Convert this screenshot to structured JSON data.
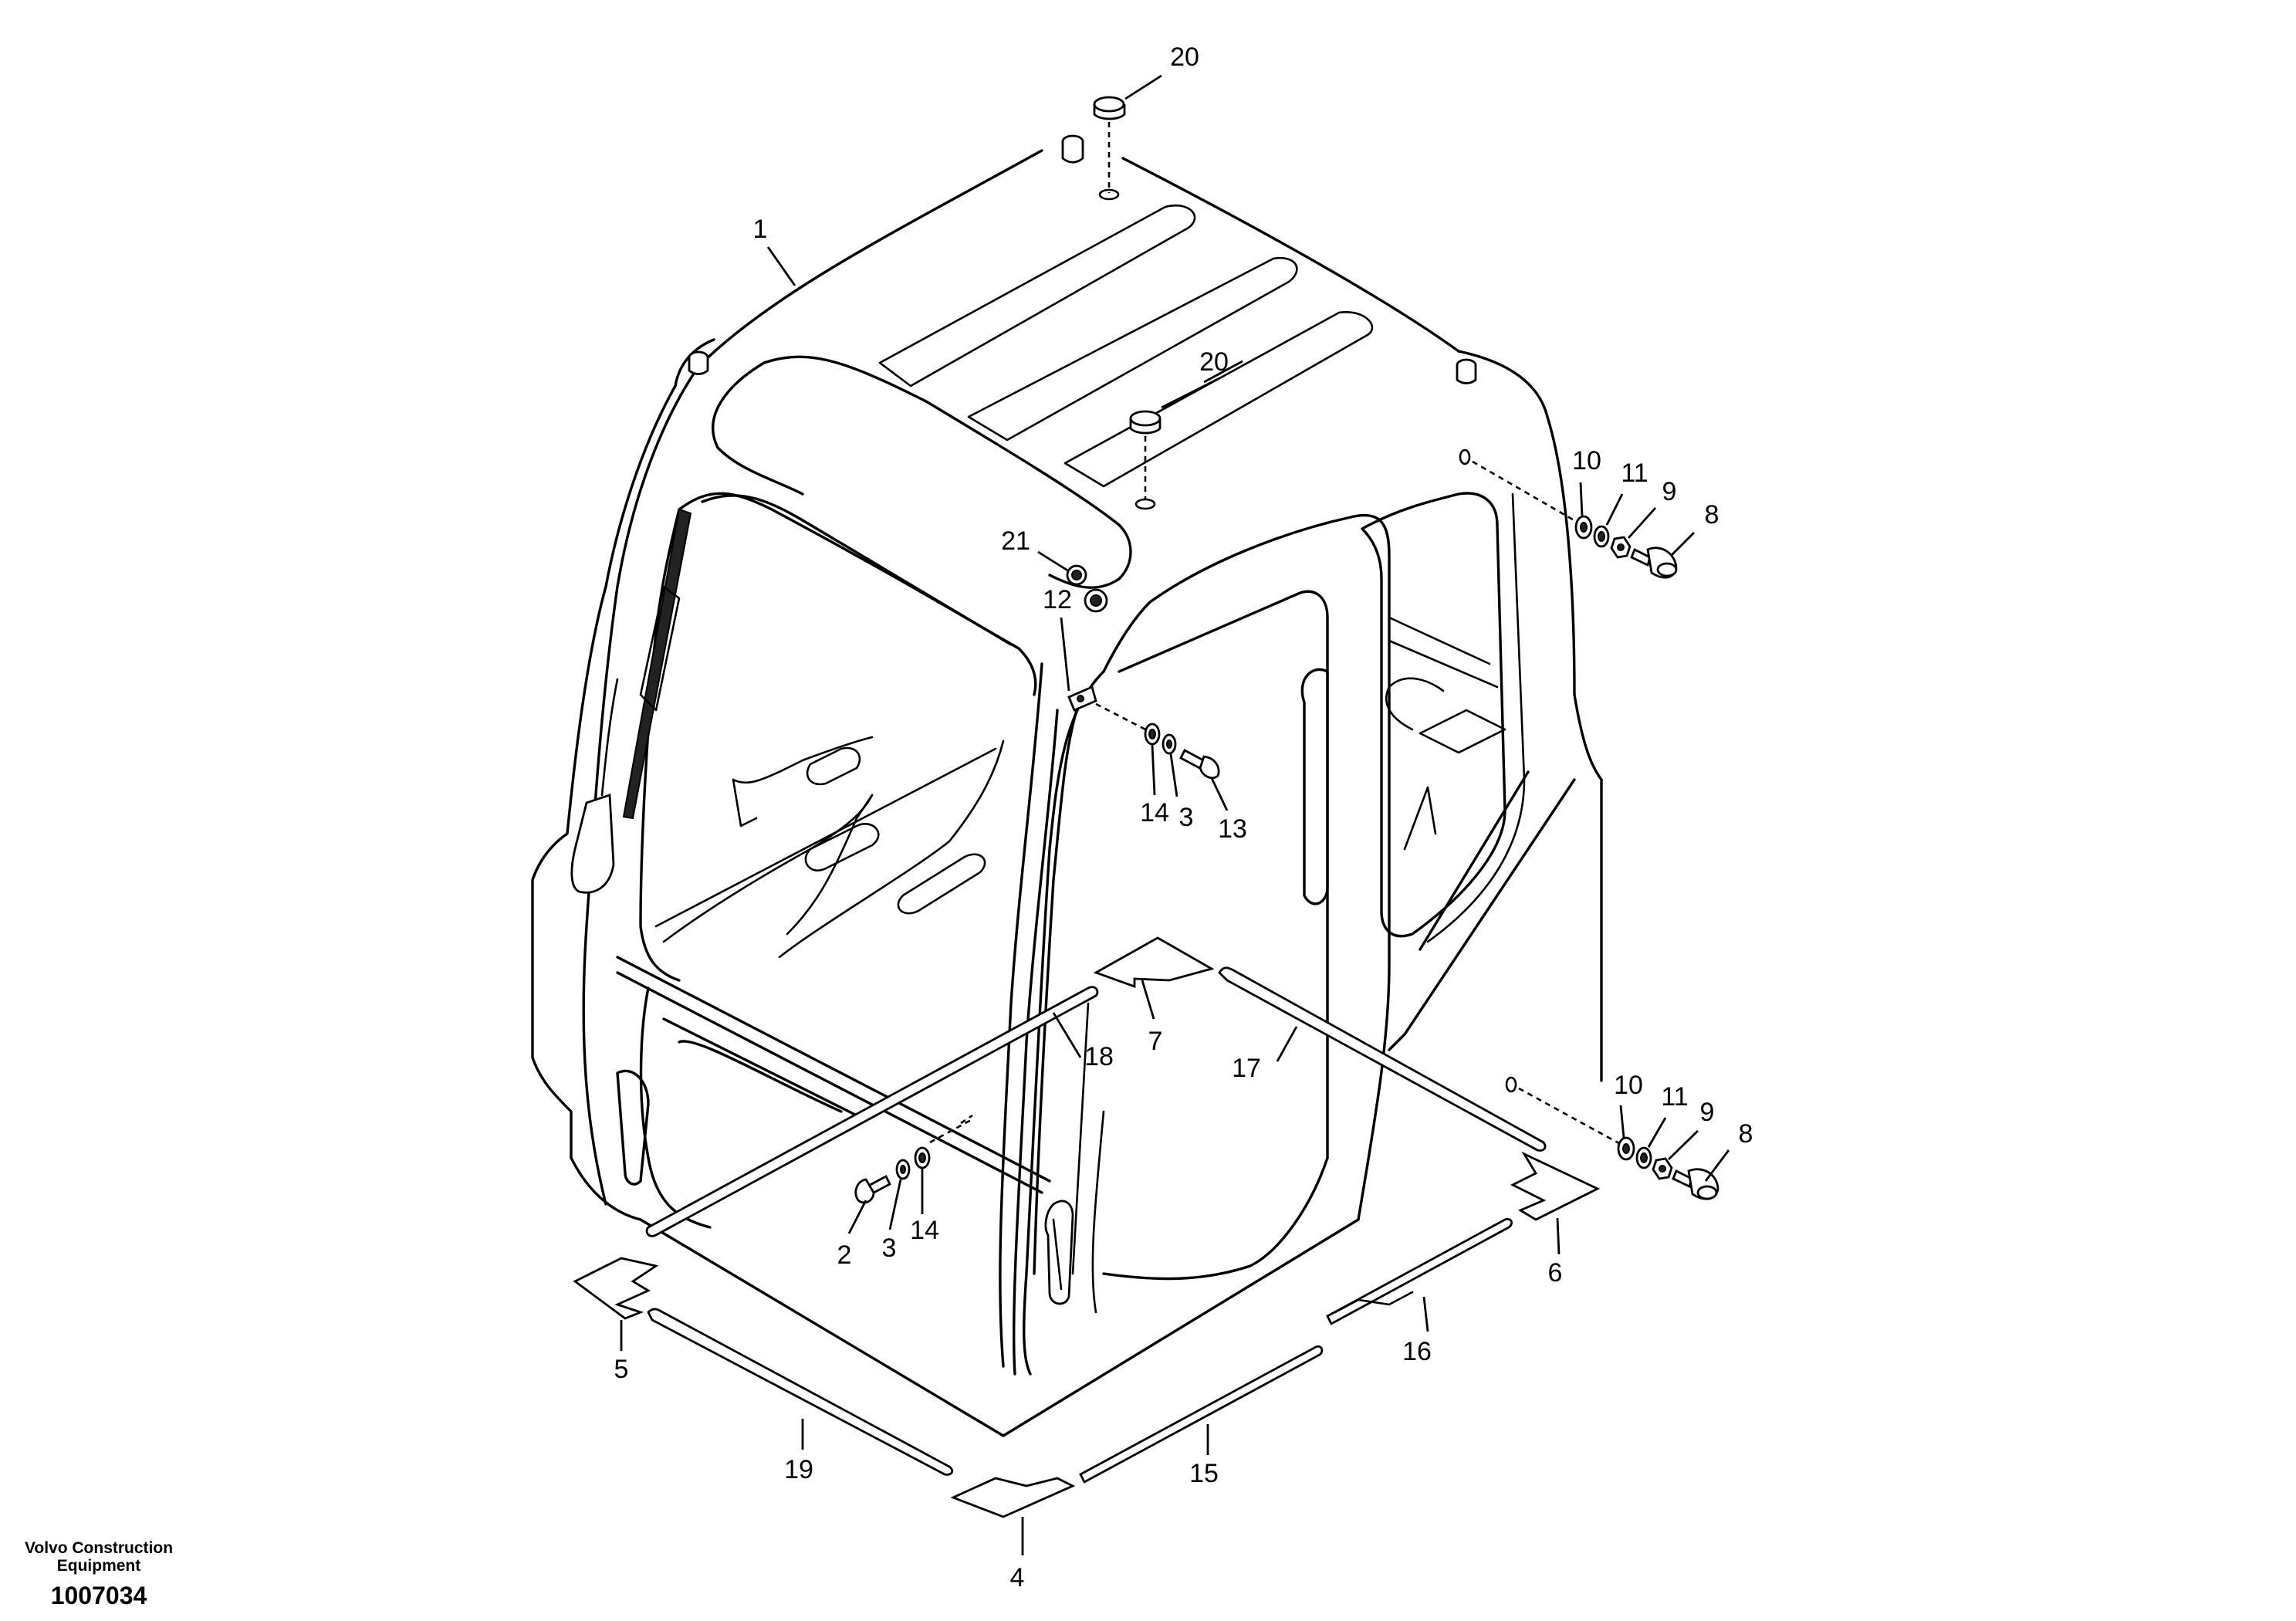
{
  "caption": {
    "company_line1": "Volvo Construction",
    "company_line2": "Equipment",
    "drawing_number": "1007034"
  },
  "callouts": {
    "c20_top": "20",
    "c1": "1",
    "c20_mid": "20",
    "c21": "21",
    "c12": "12",
    "c10_top": "10",
    "c11_top": "11",
    "c9_top": "9",
    "c8_top": "8",
    "c14_top": "14",
    "c3_top": "3",
    "c13": "13",
    "c7": "7",
    "c18": "18",
    "c17": "17",
    "c10_bot": "10",
    "c11_bot": "11",
    "c9_bot": "9",
    "c8_bot": "8",
    "c2": "2",
    "c3_bot": "3",
    "c14_bot": "14",
    "c6": "6",
    "c5": "5",
    "c16": "16",
    "c19": "19",
    "c15": "15",
    "c4": "4"
  }
}
